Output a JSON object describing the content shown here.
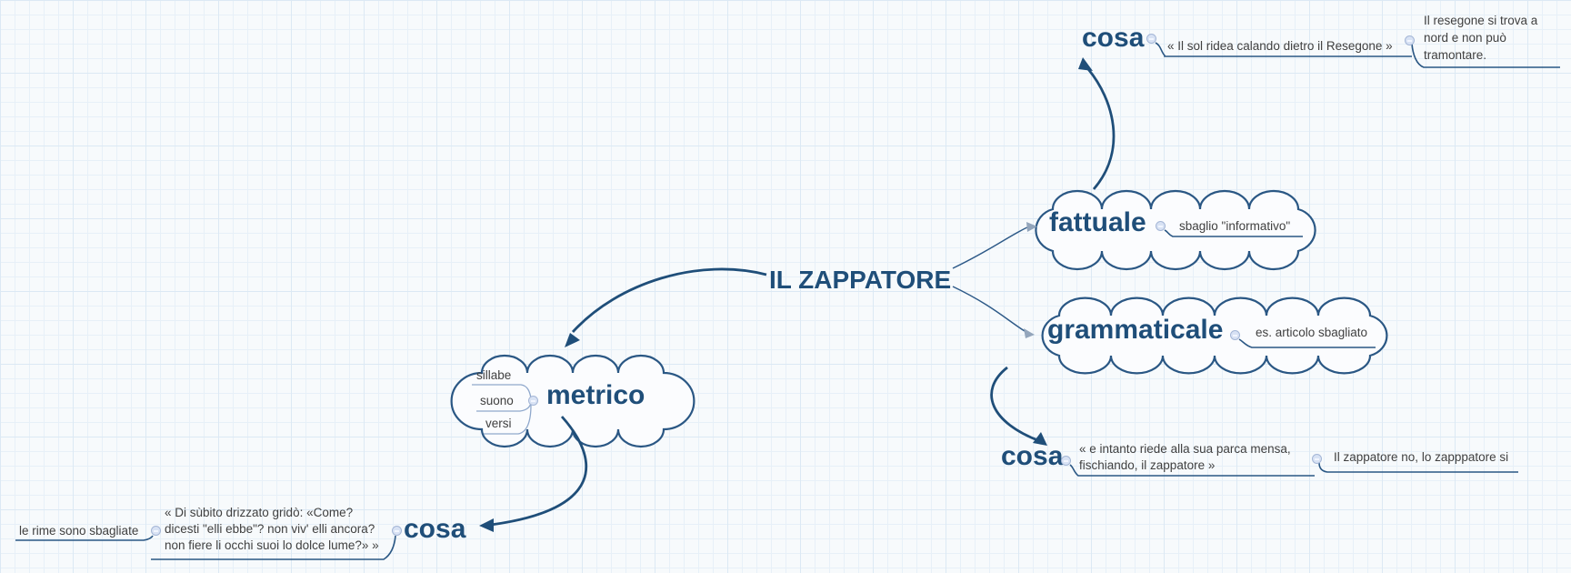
{
  "map": {
    "root": "IL ZAPPATORE",
    "topics": {
      "fattuale": {
        "label": "fattuale",
        "note": "sbaglio \"informativo\""
      },
      "grammaticale": {
        "label": "grammaticale",
        "note": "es. articolo sbagliato"
      },
      "metrico": {
        "label": "metrico",
        "subs": [
          "sillabe",
          "suono",
          "versi"
        ]
      },
      "cosa_top": {
        "label": "cosa",
        "quote": "« Il sol ridea calando dietro il Resegone »",
        "note": "Il resegone si trova a nord e non può tramontare."
      },
      "cosa_right": {
        "label": "cosa",
        "quote": "« e intanto riede alla sua parca mensa,\nfischiando, il zappatore »",
        "note": "Il zappatore no, lo zapppatore si"
      },
      "cosa_left": {
        "label": "cosa",
        "quote": "« Di sùbito drizzato gridò: «Come?\ndicesti \"elli ebbe\"? non viv' elli ancora?\nnon fiere li occhi suoi lo dolce lume?» »",
        "note": "le rime sono sbagliate"
      }
    }
  },
  "colors": {
    "accent": "#1F4E79",
    "cloud_stroke": "#2A5784",
    "child_text": "#404040",
    "canvas": "#F7FAFC",
    "grid_line": "#DCE9F4",
    "collapse_fill": "#D8E2F4",
    "collapse_border": "#A4B6D6"
  }
}
